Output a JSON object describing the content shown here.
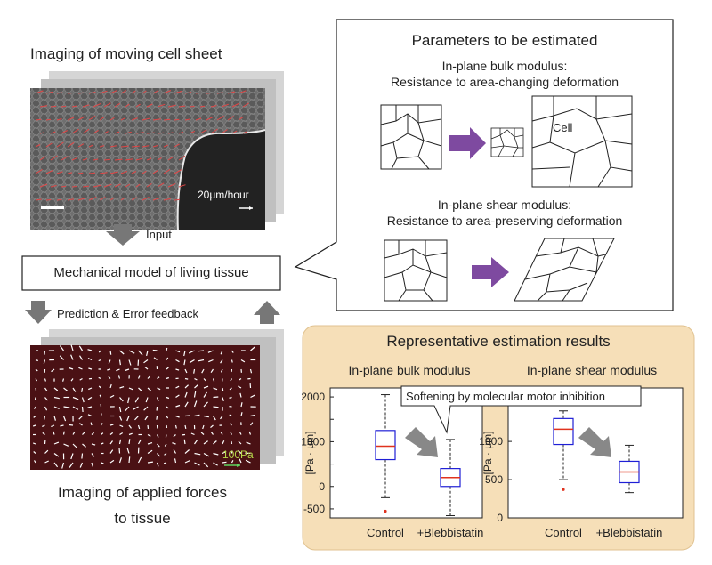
{
  "left": {
    "cell_sheet_title": "Imaging of moving cell sheet",
    "velocity_scale": "20μm/hour",
    "input_label": "Input",
    "model_box": "Mechanical model of living tissue",
    "feedback_label": "Prediction & Error feedback",
    "force_scale": "100Pa",
    "forces_title_line1": "Imaging of applied forces",
    "forces_title_line2": "to tissue"
  },
  "parameters": {
    "title": "Parameters to be estimated",
    "bulk_line1": "In-plane bulk modulus:",
    "bulk_line2": "Resistance to area-changing deformation",
    "cell_label": "Cell",
    "shear_line1": "In-plane shear modulus:",
    "shear_line2": "Resistance to area-preserving deformation"
  },
  "results": {
    "title": "Representative estimation results",
    "callout": "Softening by molecular motor inhibition",
    "colors": {
      "panel_bg": "#f6dfb8",
      "box_edge": "#1f1fd6",
      "median": "#e0321e",
      "arrow": "#7e4aa0"
    }
  },
  "chart_data": [
    {
      "type": "box",
      "title": "In-plane bulk modulus",
      "ylabel": "[Pa · μm]",
      "categories": [
        "Control",
        "+Blebbistatin"
      ],
      "yticks": [
        -500,
        0,
        500,
        1000,
        1500,
        2000
      ],
      "ytick_labels": [
        "-500",
        "0",
        "",
        "1000",
        "",
        "2000"
      ],
      "ylim": [
        -700,
        2200
      ],
      "boxes": [
        {
          "whisker_low": -250,
          "q1": 600,
          "median": 900,
          "q3": 1250,
          "whisker_high": 2050,
          "outliers": [
            -550
          ]
        },
        {
          "whisker_low": -650,
          "q1": 0,
          "median": 200,
          "q3": 400,
          "whisker_high": 1050,
          "outliers": []
        }
      ]
    },
    {
      "type": "box",
      "title": "In-plane shear modulus",
      "ylabel": "[Pa · μm]",
      "categories": [
        "Control",
        "+Blebbistatin"
      ],
      "yticks": [
        0,
        500,
        1000,
        1500
      ],
      "ytick_labels": [
        "0",
        "500",
        "1000",
        ""
      ],
      "ylim": [
        0,
        1700
      ],
      "boxes": [
        {
          "whisker_low": 500,
          "q1": 960,
          "median": 1160,
          "q3": 1300,
          "whisker_high": 1400,
          "outliers": [
            370
          ]
        },
        {
          "whisker_low": 330,
          "q1": 460,
          "median": 600,
          "q3": 740,
          "whisker_high": 950,
          "outliers": []
        }
      ]
    }
  ]
}
